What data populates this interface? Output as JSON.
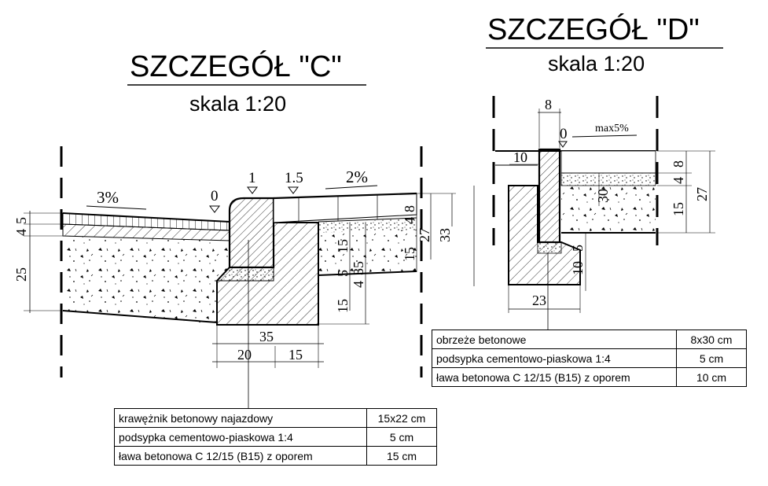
{
  "detail_c": {
    "title": "SZCZEGÓŁ \"C\"",
    "scale": "skala 1:20",
    "slope_left": "3%",
    "slope_right": "2%",
    "level_0": "0",
    "level_1": "1",
    "level_15": "1.5",
    "dims": {
      "d5": "5",
      "d4": "4",
      "d25": "25",
      "d35": "35",
      "d20": "20",
      "d15": "15",
      "d15a": "15",
      "d4a": "4",
      "d8": "8",
      "d27": "27",
      "d33": "33",
      "d15b": "15",
      "d5a": "5",
      "d4b": "4",
      "d35b": "35",
      "d15c": "15"
    },
    "table": [
      {
        "name": "krawężnik betonowy najazdowy",
        "value": "15x22 cm"
      },
      {
        "name": "podsypka cementowo-piaskowa 1:4",
        "value": "5 cm"
      },
      {
        "name": "ława betonowa C 12/15 (B15) z oporem",
        "value": "15 cm"
      }
    ]
  },
  "detail_d": {
    "title": "SZCZEGÓŁ \"D\"",
    "scale": "skala 1:20",
    "slope": "max5%",
    "level_0": "0",
    "dims": {
      "d8": "8",
      "d10": "10",
      "d30": "30",
      "d4": "4",
      "d8b": "8",
      "d27": "27",
      "d15": "15",
      "d5": "5",
      "d10b": "10",
      "d23": "23"
    },
    "table": [
      {
        "name": "obrzeże betonowe",
        "value": "8x30 cm"
      },
      {
        "name": "podsypka cementowo-piaskowa 1:4",
        "value": "5 cm"
      },
      {
        "name": "ława betonowa C 12/15 (B15) z oporem",
        "value": "10 cm"
      }
    ]
  }
}
